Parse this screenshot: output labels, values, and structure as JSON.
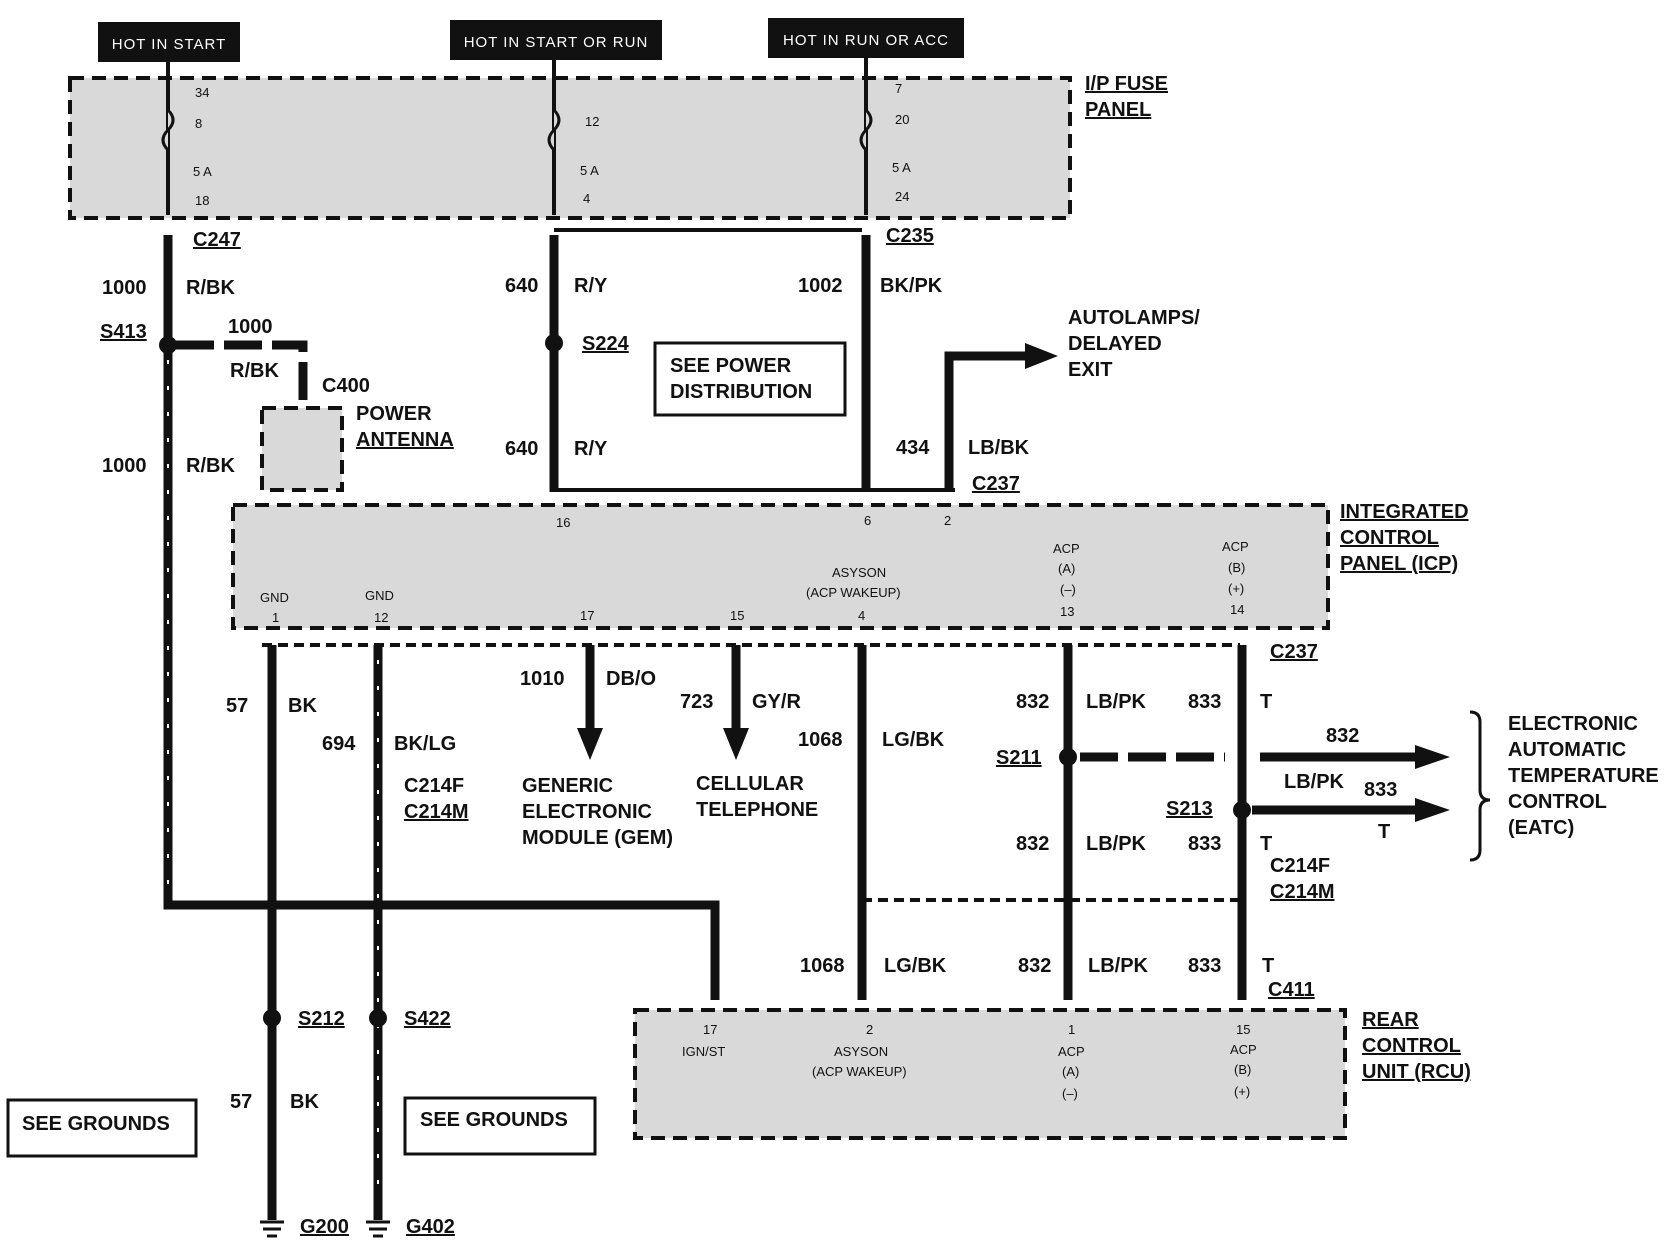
{
  "power": {
    "hot_start": "HOT IN START",
    "hot_start_run": "HOT IN START OR RUN",
    "hot_run_acc": "HOT IN RUN OR ACC"
  },
  "fuse_panel": {
    "title1": "I/P FUSE",
    "title2": "PANEL",
    "fuse1": {
      "a": "34",
      "b": "8",
      "amp": "5 A",
      "d": "18"
    },
    "fuse2": {
      "b": "12",
      "amp": "5 A",
      "d": "4"
    },
    "fuse3": {
      "a": "7",
      "b": "20",
      "amp": "5 A",
      "d": "24"
    }
  },
  "connectors": {
    "c247": "C247",
    "c235": "C235",
    "c400": "C400",
    "c237_top": "C237",
    "c237_mid": "C237",
    "c214f_left": "C214F",
    "c214m_left": "C214M",
    "c214f_right": "C214F",
    "c214m_right": "C214M",
    "c411": "C411"
  },
  "splices": {
    "s413": "S413",
    "s224": "S224",
    "s211": "S211",
    "s213": "S213",
    "s212": "S212",
    "s422": "S422"
  },
  "grounds": {
    "g200": "G200",
    "g402": "G402",
    "see1": "SEE GROUNDS",
    "see2": "SEE GROUNDS"
  },
  "wires": {
    "w1000a": "1000",
    "rbk_a": "R/BK",
    "w1000b": "1000",
    "rbk_b": "R/BK",
    "w1000c": "1000",
    "rbk_c": "R/BK",
    "w640a": "640",
    "ry_a": "R/Y",
    "w640b": "640",
    "ry_b": "R/Y",
    "w1002": "1002",
    "bkpk": "BK/PK",
    "w434": "434",
    "lbbk": "LB/BK",
    "w57a": "57",
    "bk_a": "BK",
    "w57b": "57",
    "bk_b": "BK",
    "w694": "694",
    "bklg": "BK/LG",
    "w1010": "1010",
    "dbo": "DB/O",
    "w723": "723",
    "gyr": "GY/R",
    "w1068a": "1068",
    "lgbk_a": "LG/BK",
    "w1068b": "1068",
    "lgbk_b": "LG/BK",
    "w832a": "832",
    "lbpk_a": "LB/PK",
    "w832b": "832",
    "lbpk_b": "LB/PK",
    "w832c": "832",
    "lbpk_c": "LB/PK",
    "w832d": "832",
    "lbpk_d": "LB/PK",
    "w833a": "833",
    "t_a": "T",
    "w833b": "833",
    "t_b": "T",
    "w833c": "833",
    "t_c": "T",
    "w833d": "833",
    "t_d": "T"
  },
  "components": {
    "power_antenna1": "POWER",
    "power_antenna2": "ANTENNA",
    "see_power1": "SEE POWER",
    "see_power2": "DISTRIBUTION",
    "auto1": "AUTOLAMPS/",
    "auto2": "DELAYED",
    "auto3": "EXIT",
    "gem1": "GENERIC",
    "gem2": "ELECTRONIC",
    "gem3": "MODULE (GEM)",
    "cell1": "CELLULAR",
    "cell2": "TELEPHONE",
    "eatc1": "ELECTRONIC",
    "eatc2": "AUTOMATIC",
    "eatc3": "TEMPERATURE",
    "eatc4": "CONTROL",
    "eatc5": "(EATC)"
  },
  "icp": {
    "title1": "INTEGRATED",
    "title2": "CONTROL",
    "title3": "PANEL (ICP)",
    "p16": "16",
    "p6": "6",
    "p2": "2",
    "gnd1": "GND",
    "p1": "1",
    "gnd2": "GND",
    "p12": "12",
    "p17": "17",
    "p15": "15",
    "asyson": "ASYSON",
    "acp_wakeup": "(ACP WAKEUP)",
    "p4": "4",
    "acp_a": "ACP",
    "acp_a2": "(A)",
    "acp_a3": "(–)",
    "p13": "13",
    "acp_b": "ACP",
    "acp_b2": "(B)",
    "acp_b3": "(+)",
    "p14": "14"
  },
  "rcu": {
    "title1": "REAR",
    "title2": "CONTROL",
    "title3": "UNIT (RCU)",
    "p17": "17",
    "ignst": "IGN/ST",
    "p2": "2",
    "asyson": "ASYSON",
    "acp_wakeup": "(ACP WAKEUP)",
    "p1": "1",
    "acp_a": "ACP",
    "acp_a2": "(A)",
    "acp_a3": "(–)",
    "p15": "15",
    "acp_b": "ACP",
    "acp_b2": "(B)",
    "acp_b3": "(+)"
  }
}
